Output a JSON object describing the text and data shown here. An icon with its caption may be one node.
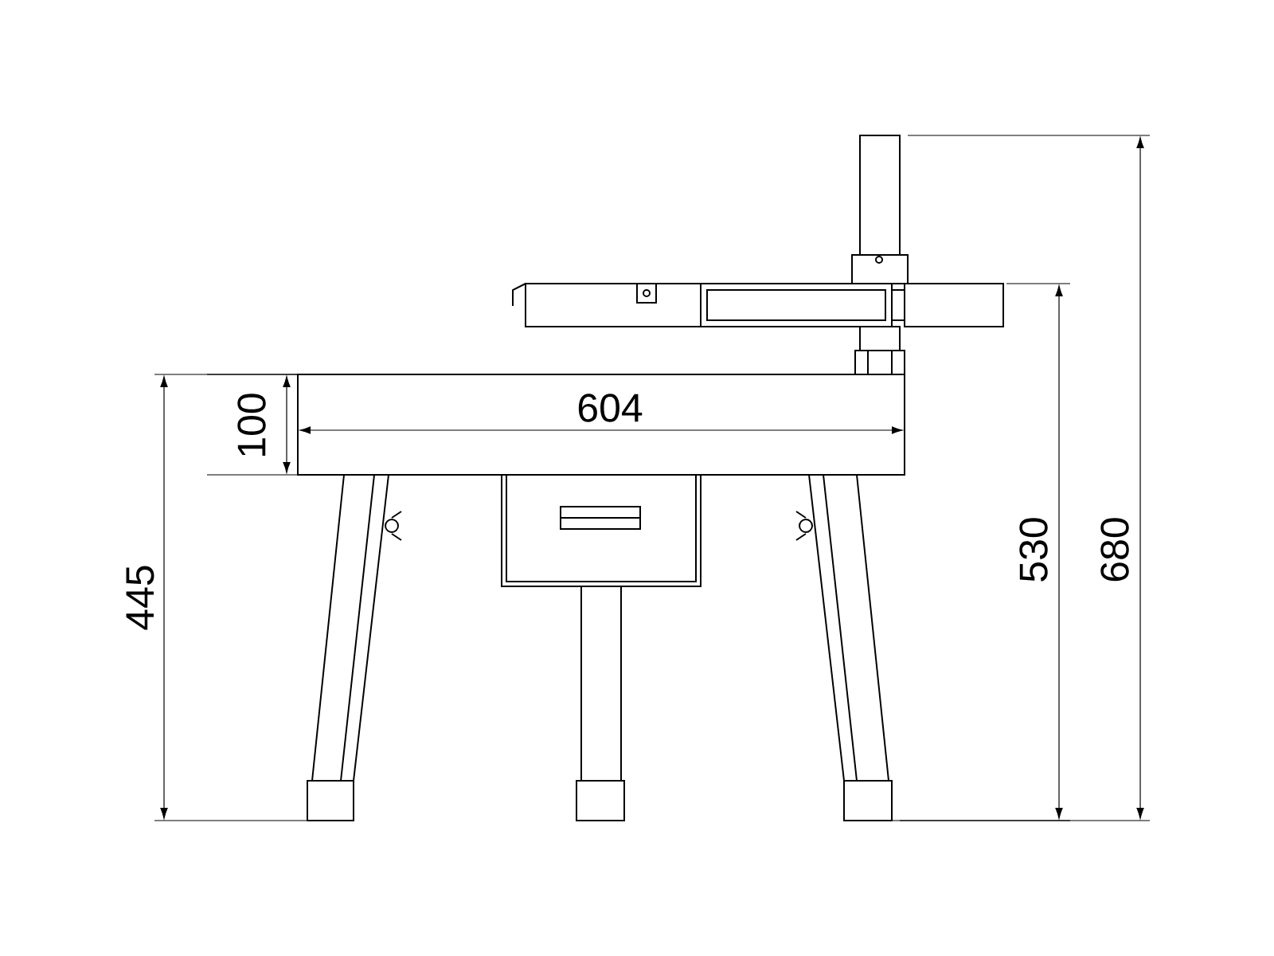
{
  "diagram": {
    "labels": [
      "604",
      "100",
      "445",
      "530",
      "680"
    ]
  }
}
